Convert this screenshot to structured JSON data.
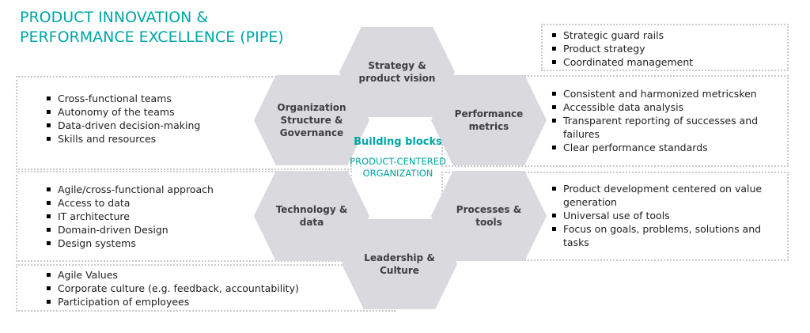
{
  "colors": {
    "accent": "#00a5a6",
    "hexagon_fill": "#d9d9de",
    "hexagon_text": "#3d3d44",
    "body_text": "#1f1f1f",
    "dotted_border": "#c9c9c9"
  },
  "header": {
    "title": "PRODUCT INNOVATION &\nPERFORMANCE EXCELLENCE (PIPE)"
  },
  "center": {
    "heading": "Building blocks",
    "subheading": "PRODUCT-CENTERED\nORGANIZATION"
  },
  "hexagons": {
    "strategy": {
      "label": "Strategy &\nproduct vision"
    },
    "organization": {
      "label": "Organization\nStructure &\nGovernance"
    },
    "performance": {
      "label": "Performance\nmetrics"
    },
    "technology": {
      "label": "Technology &\ndata"
    },
    "processes": {
      "label": "Processes &\ntools"
    },
    "leadership": {
      "label": "Leadership &\nCulture"
    }
  },
  "panels": {
    "left_top": {
      "items": [
        "Cross-functional teams",
        "Autonomy of the teams",
        "Data-driven decision-making",
        "Skills and resources"
      ]
    },
    "left_middle": {
      "items": [
        "Agile/cross-functional approach",
        "Access to data",
        "IT architecture",
        "Domain-driven Design",
        "Design systems"
      ]
    },
    "left_bottom": {
      "items": [
        "Agile Values",
        "Corporate culture (e.g. feedback, accountability)",
        "Participation of employees"
      ]
    },
    "right_top": {
      "items": [
        "Strategic guard rails",
        "Product strategy",
        "Coordinated management"
      ]
    },
    "right_middle": {
      "items": [
        "Consistent and harmonized metricsken",
        "Accessible data analysis",
        "Transparent reporting of successes and failures",
        "Clear performance standards"
      ]
    },
    "right_bottom": {
      "items": [
        "Product development centered on value generation",
        "Universal use of tools",
        "Focus on goals, problems, solutions and tasks"
      ]
    }
  }
}
